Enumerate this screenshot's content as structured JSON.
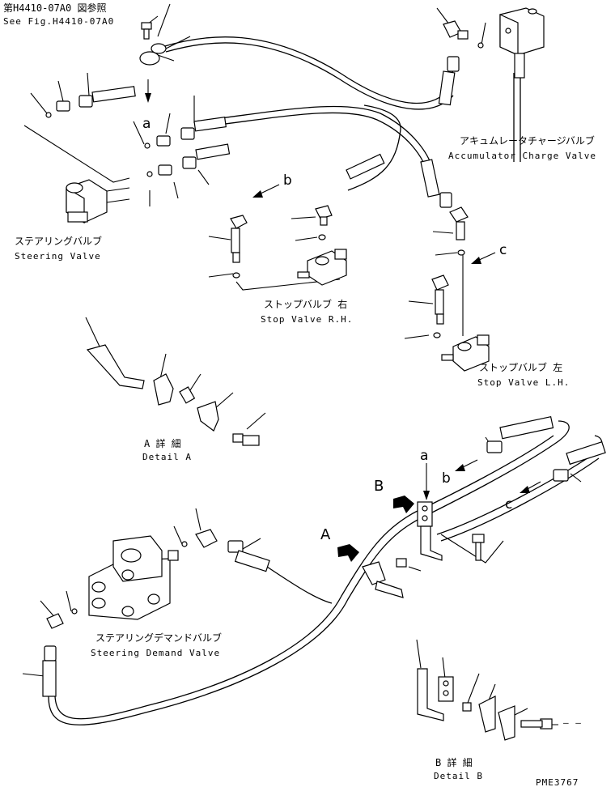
{
  "references": {
    "fig_ref_jp": "第H4410-07A0 図参照",
    "fig_ref_en": "See Fig.H4410-07A0"
  },
  "components": {
    "accumulator_jp": "アキュムレータチャージバルブ",
    "accumulator_en": "Accumulator Charge Valve",
    "steering_valve_jp": "ステアリングバルブ",
    "steering_valve_en": "Steering Valve",
    "stop_valve_rh_jp": "ストップバルブ 右",
    "stop_valve_rh_en": "Stop Valve R.H.",
    "stop_valve_lh_jp": "ストップバルブ 左",
    "stop_valve_lh_en": "Stop Valve L.H.",
    "demand_valve_jp": "ステアリングデマンドバルブ",
    "demand_valve_en": "Steering Demand Valve"
  },
  "details": {
    "detail_a_jp": "A 詳 細",
    "detail_a_en": "Detail A",
    "detail_b_jp": "B 詳 細",
    "detail_b_en": "Detail B"
  },
  "callouts": {
    "a_top": "a",
    "b_mid": "b",
    "c_mid": "c",
    "a_lower": "a",
    "b_lower": "b",
    "c_lower": "c",
    "big_a": "A",
    "big_b": "B",
    "dash": "– –"
  },
  "drawing_number": "PME3767"
}
